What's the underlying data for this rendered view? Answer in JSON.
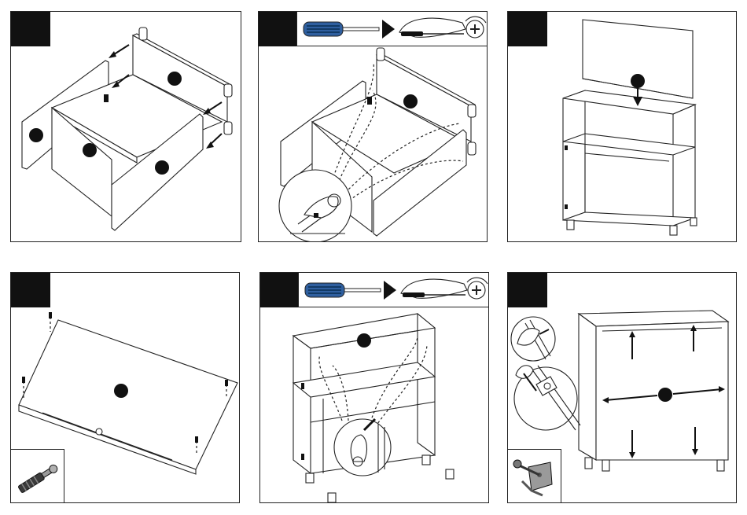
{
  "colors": {
    "badge": "#111111",
    "line": "#222222",
    "screwdriver_handle": "#2f5f9f",
    "screwdriver_stripe": "#123a66",
    "cam_bolt": "#444444",
    "cam_lock_grey": "#9a9a9a"
  },
  "icons": {
    "tool": "screwdriver-icon",
    "hand": "hand-turning-icon",
    "rotate": "phillips-rotate-icon",
    "hardware_step4": "cam-bolt-icon",
    "hardware_step6": "wall-bracket-screw-icon"
  },
  "steps": [
    {
      "id": 1,
      "tool": false,
      "inset": false
    },
    {
      "id": 2,
      "tool": true,
      "inset": false
    },
    {
      "id": 3,
      "tool": false,
      "inset": false
    },
    {
      "id": 4,
      "tool": false,
      "inset": true
    },
    {
      "id": 5,
      "tool": true,
      "inset": false
    },
    {
      "id": 6,
      "tool": false,
      "inset": true
    }
  ]
}
